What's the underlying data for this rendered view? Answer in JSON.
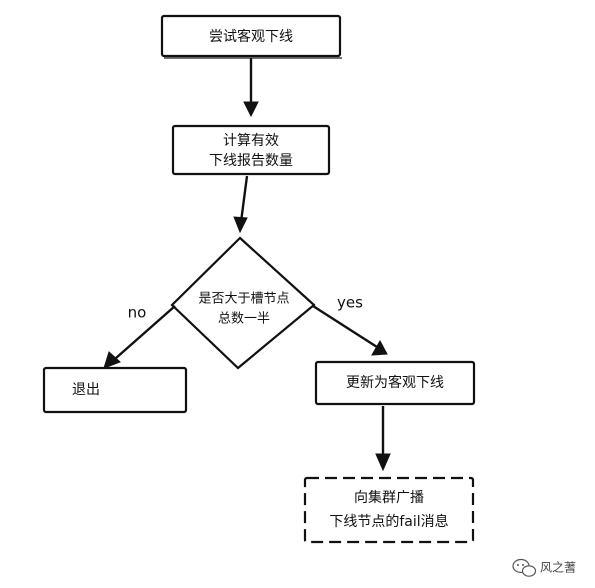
{
  "nodes": {
    "attempt_objective_down": {
      "text": "尝试客观下线"
    },
    "count_reports": {
      "line1": "计算有效",
      "line2": "下线报告数量"
    },
    "decision": {
      "line1": "是否大于槽节点",
      "line2": "总数一半"
    },
    "exit": {
      "text": "退出"
    },
    "update_objective_down": {
      "text": "更新为客观下线"
    },
    "broadcast_fail": {
      "line1": "向集群广播",
      "line2": "下线节点的fail消息"
    }
  },
  "edges": {
    "no_label": "no",
    "yes_label": "yes"
  },
  "watermark": {
    "text": "风之蓍",
    "icon": "wechat-icon"
  }
}
